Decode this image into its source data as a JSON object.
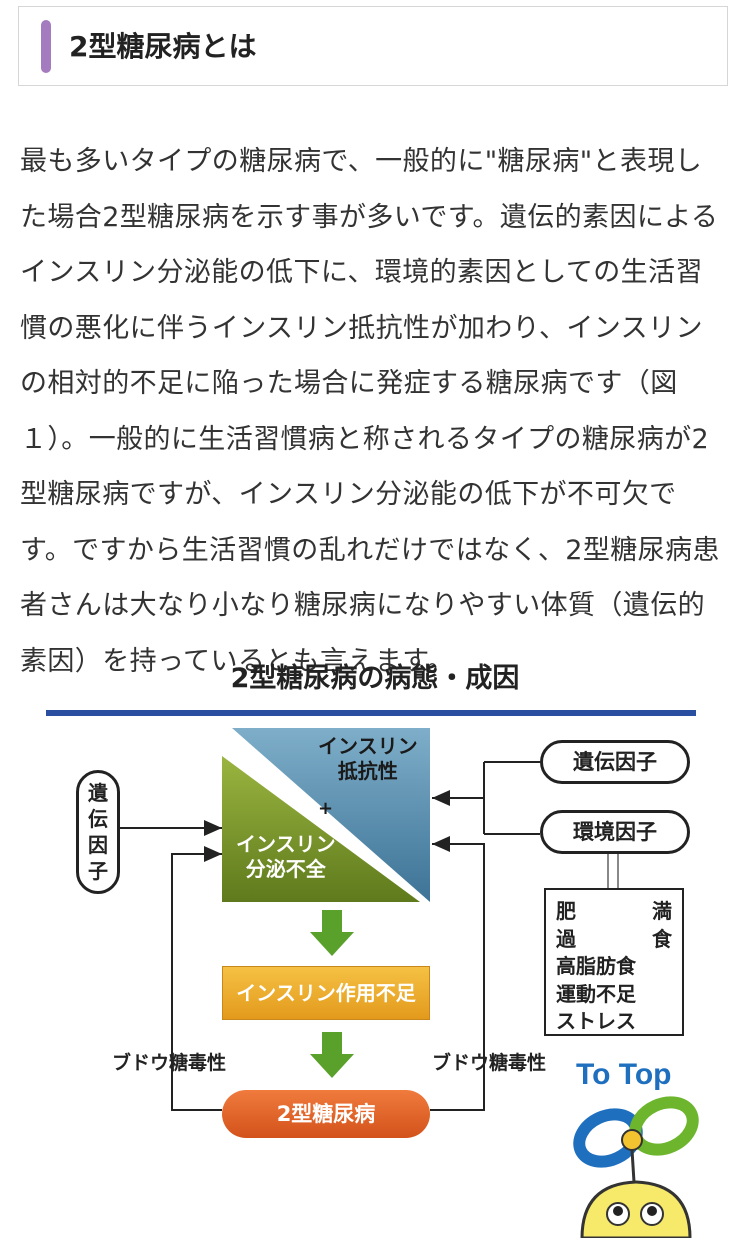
{
  "section": {
    "heading": "2型糖尿病とは",
    "accent_color": "#a57bbf"
  },
  "article": {
    "paragraph": "最も多いタイプの糖尿病で、一般的に\"糖尿病\"と表現した場合2型糖尿病を示す事が多いです。遺伝的素因によるインスリン分泌能の低下に、環境的素因としての生活習慣の悪化に伴うインスリン抵抗性が加わり、インスリンの相対的不足に陥った場合に発症する糖尿病です（図１）。一般的に生活習慣病と称されるタイプの糖尿病が2型糖尿病ですが、インスリン分泌能の低下が不可欠です。ですから生活習慣の乱れだけではなく、2型糖尿病患者さんは大なり小なり糖尿病になりやすい体質（遺伝的素因）を持っているとも言えます。"
  },
  "figure": {
    "title": "2型糖尿病の病態・成因",
    "left_factor": [
      "遺",
      "伝",
      "因",
      "子"
    ],
    "right_genetic": "遺伝因子",
    "right_environment": "環境因子",
    "resistance": [
      "インスリン",
      "抵抗性"
    ],
    "plus": "+",
    "secretion": [
      "インスリン",
      "分泌不全"
    ],
    "deficit": "インスリン作用不足",
    "result": "2型糖尿病",
    "toxicity_left": "ブドウ糖毒性",
    "toxicity_right": "ブドウ糖毒性",
    "environment_factors": [
      [
        "肥",
        "満"
      ],
      [
        "過",
        "食"
      ],
      [
        "高脂肪食"
      ],
      [
        "運動不足"
      ],
      [
        "ストレス"
      ]
    ],
    "colors": {
      "rule": "#2b4fa0",
      "resistance": "#5a8fb0",
      "secretion": "#7f9a2c",
      "arrow": "#5aa12c",
      "deficit": "#eaa52a",
      "result": "#e2622a"
    }
  },
  "to_top": {
    "label": "To Top",
    "color": "#1f6fbf"
  }
}
